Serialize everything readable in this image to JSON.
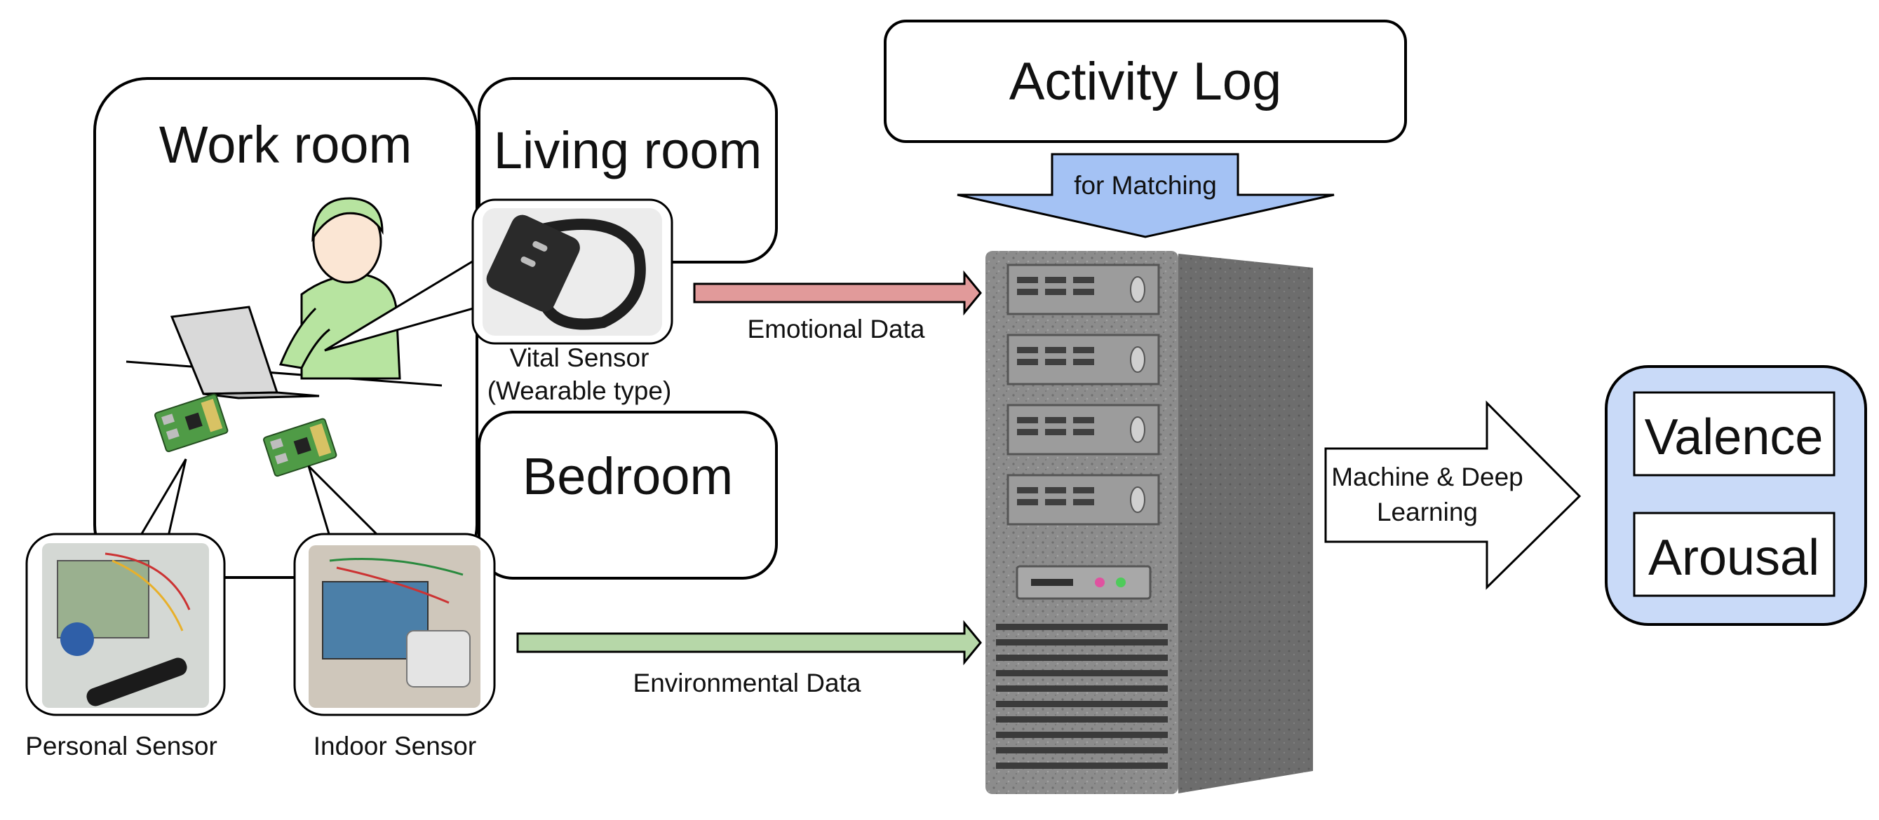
{
  "rooms": {
    "work": "Work room",
    "living": "Living room",
    "bedroom": "Bedroom"
  },
  "sensors": {
    "vital_line1": "Vital Sensor",
    "vital_line2": "(Wearable type)",
    "personal": "Personal Sensor",
    "indoor": "Indoor Sensor"
  },
  "flows": {
    "emotional": "Emotional Data",
    "environmental": "Environmental Data",
    "matching": "for Matching",
    "learning_line1": "Machine & Deep",
    "learning_line2": "Learning"
  },
  "activity_log": "Activity Log",
  "outputs": {
    "valence": "Valence",
    "arousal": "Arousal"
  },
  "colors": {
    "emotional_arrow": "#e19a9a",
    "environmental_arrow": "#b6d7a8",
    "matching_arrow": "#a4c2f4",
    "output_panel": "#c9daf8",
    "person_shirt": "#b7e4a0",
    "server": "#8a8a8a"
  },
  "icons": [
    "person-at-laptop-icon",
    "wristband-icon",
    "circuit-board-icon",
    "server-rack-icon"
  ]
}
